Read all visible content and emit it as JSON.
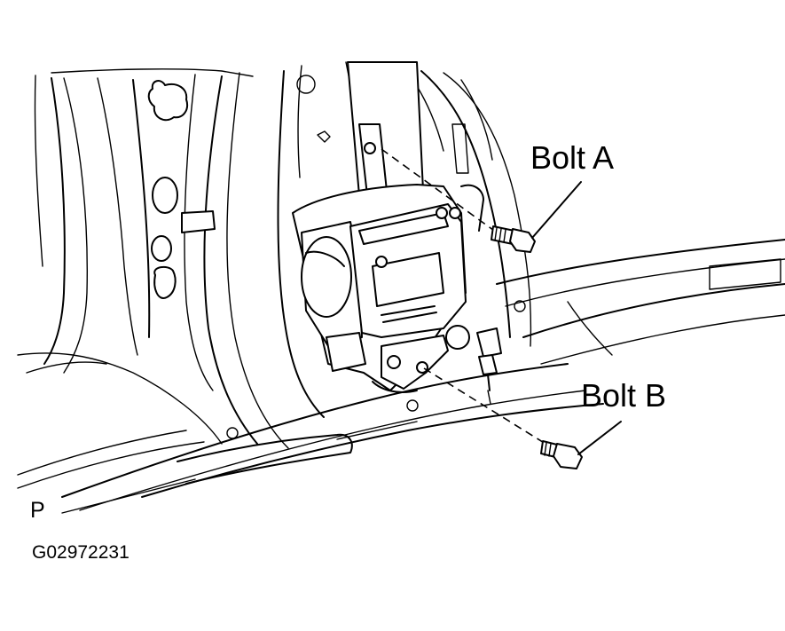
{
  "labels": {
    "bolt_a": "Bolt A",
    "bolt_b": "Bolt B",
    "view_letter": "P",
    "figure_code": "G02972231"
  }
}
